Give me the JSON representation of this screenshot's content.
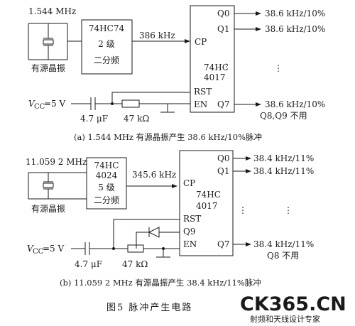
{
  "circuit_a": {
    "osc_freq": "1.544  MHz",
    "osc_label": "有源晶振",
    "divider_chip": "74HC74",
    "divider_stages": "2 级",
    "divider_type": "二分频",
    "clk_freq": "386  kHz",
    "counter_line1": "74HC",
    "counter_line2": "4017",
    "pin_cp": "CP",
    "pin_rst": "RST",
    "pin_en": "EN",
    "pin_q0": "Q0",
    "pin_q1": "Q1",
    "pin_q7": "Q7",
    "out_q0": "38.6  kHz/10%",
    "out_q1": "38.6  kHz/10%",
    "out_q7": "38.6  kHz/10%",
    "unused": "Q8,Q9 不用",
    "vcc": "=5  V",
    "cap": "4.7  μF",
    "res": "47  kΩ",
    "caption": "(a)  1.544  MHz 有源晶振产生 38.6  kHz/10%脉冲"
  },
  "circuit_b": {
    "osc_freq": "11.059  2  MHz",
    "osc_label": "有源晶振",
    "divider_chip_line1": "74HC",
    "divider_chip_line2": "4024",
    "divider_stages": "5 级",
    "divider_type": "二分频",
    "clk_freq": "345.6  kHz",
    "counter_line1": "74HC",
    "counter_line2": "4017",
    "pin_cp": "CP",
    "pin_rst": "RST",
    "pin_q9": "Q9",
    "pin_en": "EN",
    "pin_q0": "Q0",
    "pin_q1": "Q1",
    "pin_q7": "Q7",
    "out_q0": "38.4  kHz/11%",
    "out_q1": "38.4  kHz/11%",
    "out_q7": "38.4  kHz/11%",
    "unused": "Q8 不用",
    "vcc": "=5  V",
    "cap": "4.7  μF",
    "res": "47  kΩ",
    "caption": "(b)  11.059  2  MHz 有源晶振产生 38.4  kHz/11%脉冲"
  },
  "vcc_symbol": "V",
  "vcc_subscript": "CC",
  "figure_caption": "图5  脉冲产生电路",
  "watermark": {
    "brand": "CK365.CN",
    "slogan": "射频和天线设计专家"
  }
}
